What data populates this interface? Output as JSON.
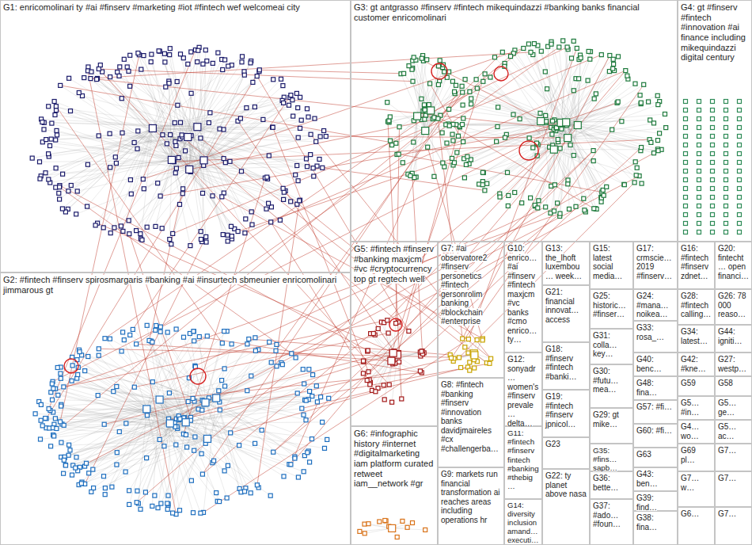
{
  "diagram": {
    "nodes": [
      {
        "text": [
          "G1: enricomolinari ty #ai #finserv #marketing #iot #fintech wef welcomeai city"
        ]
      },
      {
        "text": [
          "G3: gt antgrasso #finserv #fintech mikequindazzi #banking banks financial customer enricomolinari"
        ]
      },
      {
        "text": [
          "G4: gt #finserv #fintech #innovation #ai finance including mikequindazzi digital century"
        ]
      },
      {
        "text": [
          "G2: #fintech #finserv spirosmargaris #banking #ai #insurtech sbmeunier enricomolinari jimmarous gt"
        ]
      },
      {
        "text": [
          "G5: #fintech #finserv #banking maxjcm #vc #cryptocurrency top gt regtech well"
        ]
      },
      {
        "text": [
          "G6: #infographic history #internet #digitalmarketing iam platform curated retweet iam__network #gr"
        ]
      },
      {
        "text": [
          "G7: #ai observatore2 #finserv personetics #fintech gersonrolim banking #blockchain #enterprise"
        ]
      },
      {
        "text": [
          "G8: #fintech #banking #finserv #innovation banks davidjmaireles #cx #challengerba…"
        ]
      },
      {
        "text": [
          "G9: markets run financial transformation ai reaches areas including operations hr"
        ]
      },
      {
        "text": [
          "G10: enrico… #ai #finserv #fintech maxjcm #vc banks #cmo enrico… ty…"
        ]
      },
      {
        "text": [
          "G12: sonyadr… women's #finserv prevale… delta…"
        ]
      },
      {
        "text": [
          "G11: #fintech #finserv fintech #banking #thebig…"
        ]
      },
      {
        "text": [
          "G14: diversity inclusion amand… executi…"
        ]
      },
      {
        "text": [
          "G13: the_lhoft luxembou… week…"
        ]
      },
      {
        "text": [
          "G21: financial innovat… access"
        ]
      },
      {
        "text": [
          "G18: #finserv #fintech #banki…"
        ]
      },
      {
        "text": [
          "G19: #fintech #finserv jpnicol…"
        ]
      },
      {
        "text": [
          "G23"
        ]
      },
      {
        "text": [
          "G22: ty planet above nasa"
        ]
      },
      {
        "text": [
          "G15: latest social media…"
        ]
      },
      {
        "text": [
          "G25: historic… #finser…"
        ]
      },
      {
        "text": [
          "G31: colla… key…"
        ]
      },
      {
        "text": [
          "G30: #futu… mea…"
        ]
      },
      {
        "text": [
          "G29: gt mike…"
        ]
      },
      {
        "text": [
          "G35: #fins… sapb…"
        ]
      },
      {
        "text": [
          "G36: bette…"
        ]
      },
      {
        "text": [
          "G37: #ado… #foun…"
        ]
      },
      {
        "text": [
          "G17: crmscie… 2019 #finserv…"
        ]
      },
      {
        "text": [
          "G24: #mana… noikea…"
        ]
      },
      {
        "text": [
          "G33: rosa_…"
        ]
      },
      {
        "text": [
          "G40: benc…"
        ]
      },
      {
        "text": [
          "G48: fina…"
        ]
      },
      {
        "text": [
          "G57: #fi…"
        ]
      },
      {
        "text": [
          "G60: #fi…"
        ]
      },
      {
        "text": [
          "G63"
        ]
      },
      {
        "text": [
          "G43: ben…"
        ]
      },
      {
        "text": [
          "G39: find…"
        ]
      },
      {
        "text": [
          "G38: fina…"
        ]
      },
      {
        "text": [
          "G16: #fintech #finserv zdnet…"
        ]
      },
      {
        "text": [
          "G20: fintecht… open financi…"
        ]
      },
      {
        "text": [
          "G28: #fintech calling…"
        ]
      },
      {
        "text": [
          "G26: 78 000 reaso…"
        ]
      },
      {
        "text": [
          "G34: latest…"
        ]
      },
      {
        "text": [
          "G44: igniti…"
        ]
      },
      {
        "text": [
          "G42: #kne…"
        ]
      },
      {
        "text": [
          "G27: westp…"
        ]
      },
      {
        "text": [
          "G59"
        ]
      },
      {
        "text": [
          "G58"
        ]
      },
      {
        "text": [
          "G5… #in…"
        ]
      },
      {
        "text": [
          "G5… ge…"
        ]
      },
      {
        "text": [
          "G4… wo…"
        ]
      },
      {
        "text": [
          "G5… ac…"
        ]
      },
      {
        "text": [
          "G69 pl…"
        ]
      },
      {
        "text": [
          "G7…"
        ]
      },
      {
        "text": [
          "G7… w…"
        ]
      },
      {
        "text": [
          "G7…"
        ]
      },
      {
        "text": [
          "G6…"
        ]
      },
      {
        "text": [
          "G7…"
        ]
      }
    ]
  }
}
